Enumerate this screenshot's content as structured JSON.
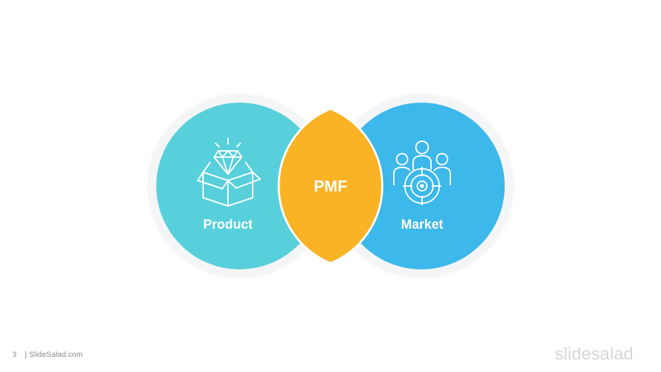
{
  "diagram": {
    "left_circle": {
      "label": "Product",
      "icon": "diamond-box-icon",
      "color": "#58D0DC"
    },
    "right_circle": {
      "label": "Market",
      "icon": "target-audience-icon",
      "color": "#3DB8EA"
    },
    "intersection": {
      "label": "PMF",
      "color": "#F9B324"
    },
    "halo_color": "#F4F5F6"
  },
  "footer": {
    "page_number": "3",
    "source": "| SlideSalad.com",
    "brand": "slidesalad"
  }
}
